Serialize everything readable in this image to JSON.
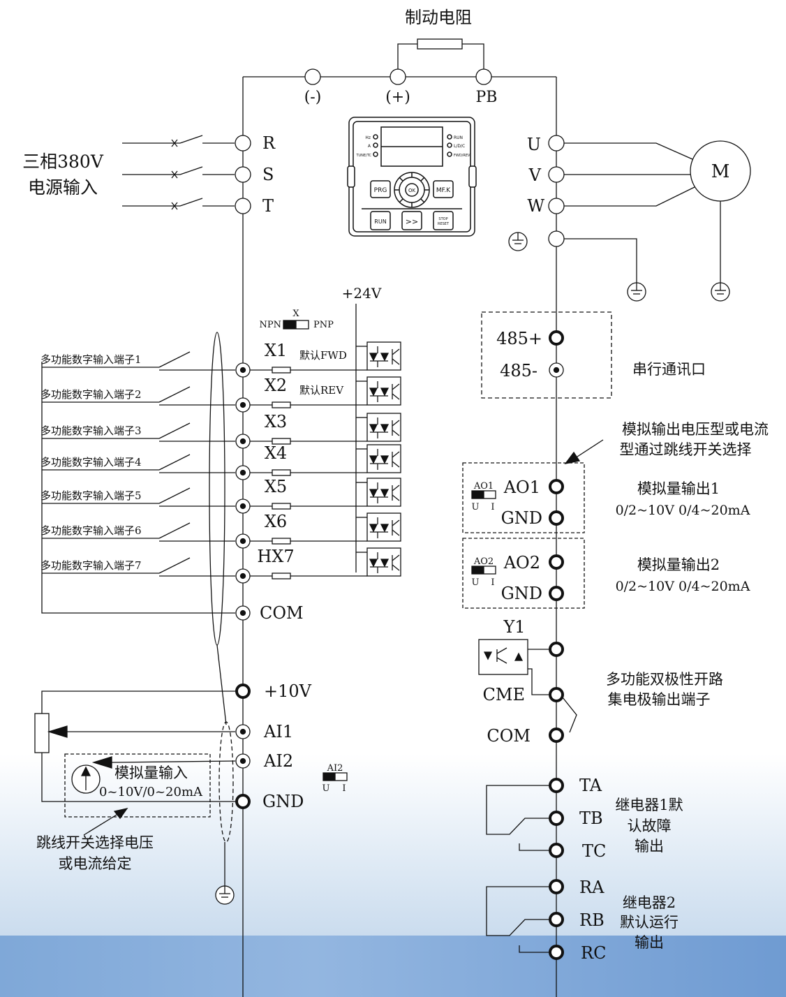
{
  "colors": {
    "line": "#111111",
    "band": "#7fa8d8"
  },
  "brake": {
    "label": "制动电阻",
    "minus": "(-)",
    "plus": "(+)",
    "pb": "PB"
  },
  "power": {
    "line1": "三相380V",
    "line2": "电源输入",
    "r": "R",
    "s": "S",
    "t": "T"
  },
  "motor": {
    "u": "U",
    "v": "V",
    "w": "W",
    "m": "M"
  },
  "keypad": {
    "led_hz": "Hz",
    "led_a": "A",
    "led_tune": "TUNE/TC",
    "led_run": "RUN",
    "led_ldc": "L/D/C",
    "led_fwd": "FWD/REV",
    "prg": "PRG",
    "ok": "OK",
    "mfk": "MF.K",
    "run": "RUN",
    "shift": ">>",
    "stop_1": "STOP",
    "stop_2": "RESET"
  },
  "power24": "+24V",
  "npn_switch": {
    "x": "X",
    "npn": "NPN",
    "pnp": "PNP"
  },
  "inputs": [
    {
      "label": "多功能数字输入端子1",
      "terminal": "X1",
      "default": "默认FWD"
    },
    {
      "label": "多功能数字输入端子2",
      "terminal": "X2",
      "default": "默认REV"
    },
    {
      "label": "多功能数字输入端子3",
      "terminal": "X3",
      "default": ""
    },
    {
      "label": "多功能数字输入端子4",
      "terminal": "X4",
      "default": ""
    },
    {
      "label": "多功能数字输入端子5",
      "terminal": "X5",
      "default": ""
    },
    {
      "label": "多功能数字输入端子6",
      "terminal": "X6",
      "default": ""
    },
    {
      "label": "多功能数字输入端子7",
      "terminal": "HX7",
      "default": ""
    }
  ],
  "com": "COM",
  "analog_in": {
    "p10v": "+10V",
    "ai1": "AI1",
    "ai2": "AI2",
    "gnd": "GND",
    "box_title": "模拟量输入",
    "box_range": "0~10V/0~20mA",
    "jumper_note1": "跳线开关选择电压",
    "jumper_note2": "或电流给定",
    "switch_label": "AI2",
    "switch_u": "U",
    "switch_i": "I"
  },
  "comm": {
    "p485": "485+",
    "m485": "485-",
    "label": "串行通讯口"
  },
  "ao_note": {
    "line1": "模拟输出电压型或电流",
    "line2": "型通过跳线开关选择"
  },
  "ao": [
    {
      "switch": "AO1",
      "terminal": "AO1",
      "gnd": "GND",
      "u": "U",
      "i": "I",
      "desc1": "模拟量输出1",
      "desc2": "0/2~10V  0/4~20mA"
    },
    {
      "switch": "AO2",
      "terminal": "AO2",
      "gnd": "GND",
      "u": "U",
      "i": "I",
      "desc1": "模拟量输出2",
      "desc2": "0/2~10V  0/4~20mA"
    }
  ],
  "y1": {
    "label": "Y1",
    "cme": "CME",
    "com": "COM",
    "desc1": "多功能双极性开路",
    "desc2": "集电极输出端子"
  },
  "relay1": {
    "a": "TA",
    "b": "TB",
    "c": "TC",
    "desc1": "继电器1默",
    "desc2": "认故障",
    "desc3": "输出"
  },
  "relay2": {
    "a": "RA",
    "b": "RB",
    "c": "RC",
    "desc1": "继电器2",
    "desc2": "默认运行",
    "desc3": "输出"
  }
}
